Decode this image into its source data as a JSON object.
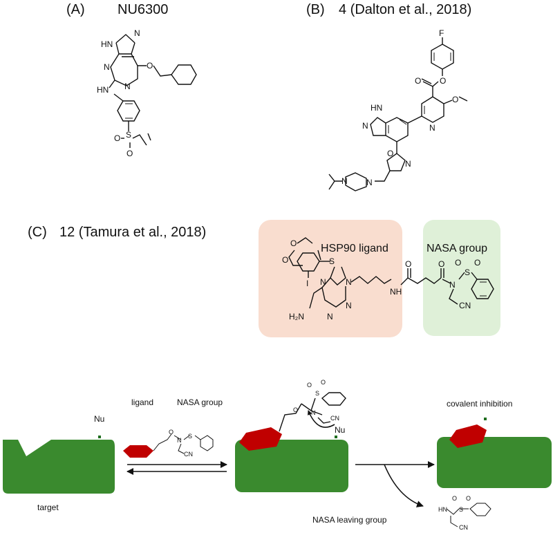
{
  "panels": {
    "a": {
      "letter": "(A)",
      "title": "NU6300"
    },
    "b": {
      "letter": "(B)",
      "title": "4 (Dalton et al., 2018)"
    },
    "c": {
      "letter": "(C)",
      "title": "12 (Tamura et al., 2018)"
    }
  },
  "compound_a_atoms": {
    "nh": "HN",
    "n1": "N",
    "n2": "N",
    "n3": "N",
    "o": "O",
    "hn": "HN",
    "s": "S",
    "o1": "O",
    "o2": "O"
  },
  "compound_b_atoms": {
    "f": "F",
    "o1": "O",
    "o2": "O",
    "o3": "O",
    "n_pyr": "N",
    "hn": "HN",
    "n_ind": "N",
    "n_oxa": "N",
    "o_oxa": "O",
    "n_pip1": "N",
    "n_pip2": "N"
  },
  "compound_c": {
    "hsp90_label": "HSP90 ligand",
    "nasa_label": "NASA group",
    "atoms": {
      "s": "S",
      "i": "I",
      "n9": "N",
      "nh": "NH",
      "nh2": "H₂N",
      "n1": "N",
      "n3": "N",
      "n7": "N",
      "o_ami": "O",
      "o_acyl": "O",
      "n_nasa": "N",
      "s_nasa": "S",
      "o_s1": "O",
      "o_s2": "O",
      "cn": "CN",
      "o_d1": "O",
      "o_d2": "O"
    },
    "colors": {
      "hsp90_box": "#f9ddcf",
      "nasa_box": "#dff0d8"
    }
  },
  "scheme": {
    "ligand_label": "ligand",
    "nasa_label": "NASA group",
    "nu_label": "Nu",
    "target_label": "target",
    "nu_mid_label": "Nu",
    "covalent_label": "covalent inhibition",
    "leaving_label": "NASA leaving group",
    "mini_atoms": {
      "n": "N",
      "s": "S",
      "o1": "O",
      "o2": "O",
      "cn": "CN",
      "o_c": "O",
      "hn": "HN"
    },
    "colors": {
      "protein": "#3a8a2e",
      "ligand": "#c00000",
      "nu_dot": "#1f6e1f"
    }
  }
}
